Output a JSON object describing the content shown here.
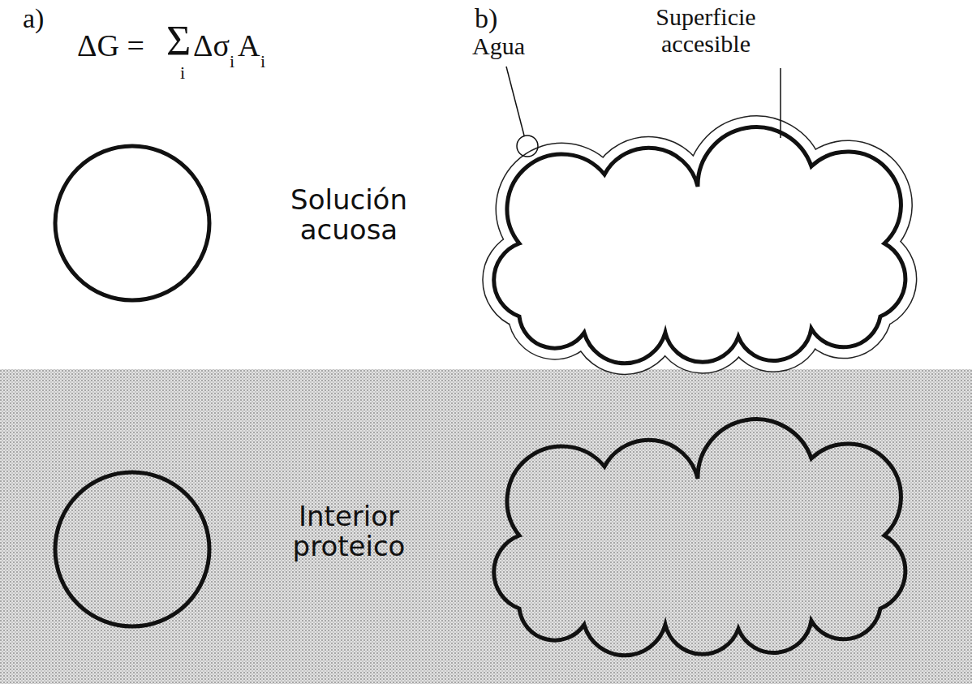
{
  "diagram": {
    "labels": [
      "a)",
      "b)",
      "ΔG =",
      "Σ",
      "i",
      "Δσ",
      "i",
      "A",
      "i",
      "Agua",
      "Superficie accesible",
      "Solución acuosa",
      "Interior proteico"
    ]
  }
}
